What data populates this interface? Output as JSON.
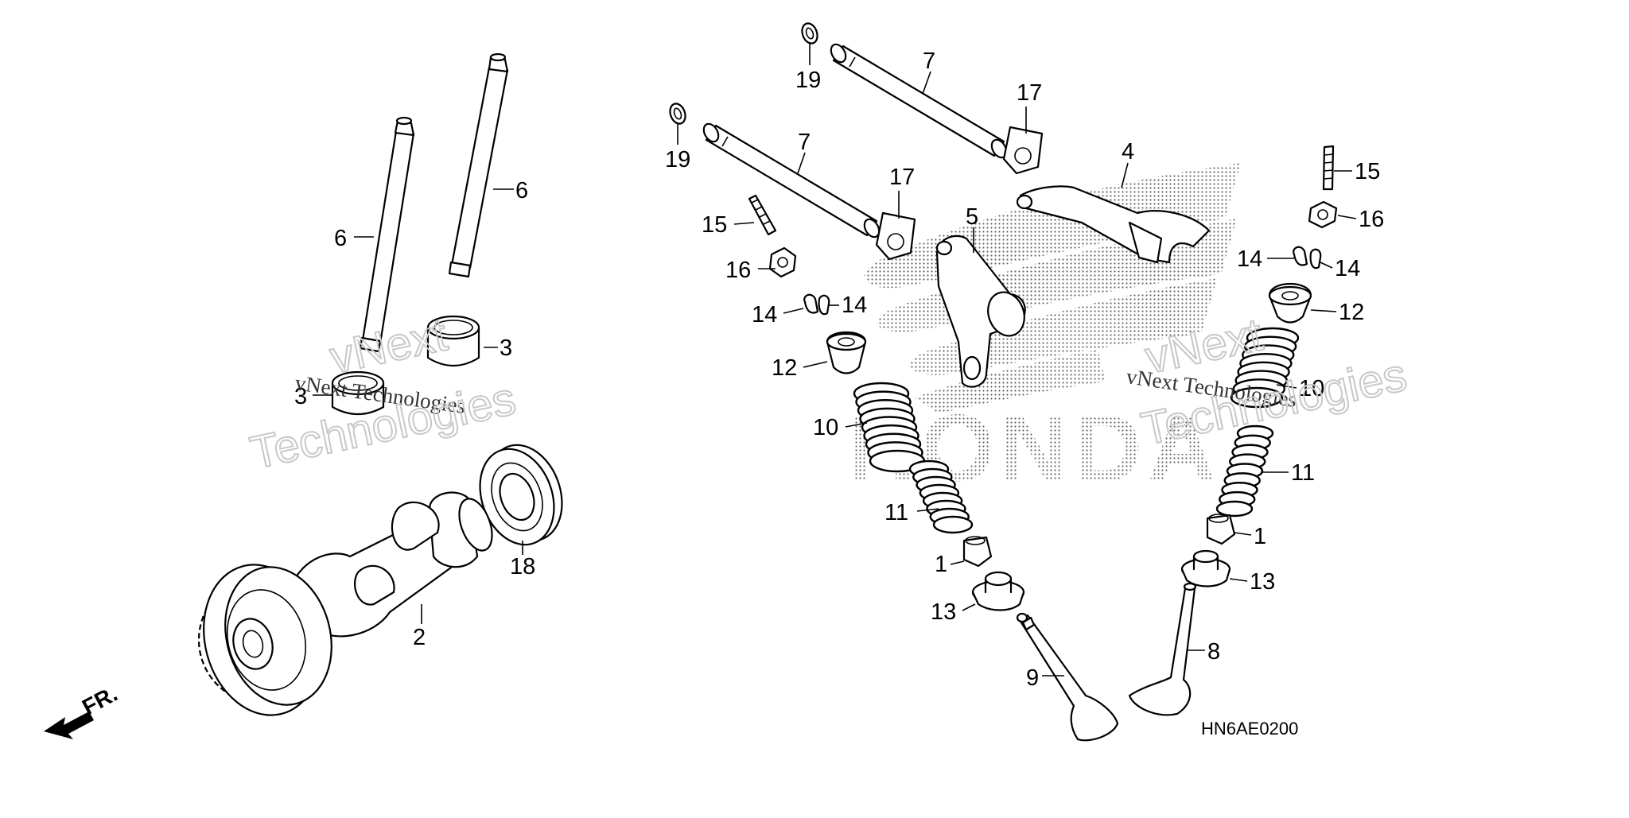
{
  "diagram": {
    "code": "HN6AE0200",
    "front_marker": "FR.",
    "brand_emblem_text": "HONDA",
    "watermark": {
      "line1": "vNext Technologies",
      "line2": "Technologies",
      "line3": "vNext"
    },
    "callouts": [
      {
        "id": "c6a",
        "number": "6"
      },
      {
        "id": "c6b",
        "number": "6"
      },
      {
        "id": "c3a",
        "number": "3"
      },
      {
        "id": "c3b",
        "number": "3"
      },
      {
        "id": "c18",
        "number": "18"
      },
      {
        "id": "c2",
        "number": "2"
      },
      {
        "id": "c19a",
        "number": "19"
      },
      {
        "id": "c19b",
        "number": "19"
      },
      {
        "id": "c7a",
        "number": "7"
      },
      {
        "id": "c7b",
        "number": "7"
      },
      {
        "id": "c17a",
        "number": "17"
      },
      {
        "id": "c17b",
        "number": "17"
      },
      {
        "id": "c4",
        "number": "4"
      },
      {
        "id": "c5",
        "number": "5"
      },
      {
        "id": "c15a",
        "number": "15"
      },
      {
        "id": "c16a",
        "number": "16"
      },
      {
        "id": "c14a",
        "number": "14"
      },
      {
        "id": "c14b",
        "number": "14"
      },
      {
        "id": "c12a",
        "number": "12"
      },
      {
        "id": "c10a",
        "number": "10"
      },
      {
        "id": "c11a",
        "number": "11"
      },
      {
        "id": "c1a",
        "number": "1"
      },
      {
        "id": "c13a",
        "number": "13"
      },
      {
        "id": "c9",
        "number": "9"
      },
      {
        "id": "c15b",
        "number": "15"
      },
      {
        "id": "c16b",
        "number": "16"
      },
      {
        "id": "c14c",
        "number": "14"
      },
      {
        "id": "c14d",
        "number": "14"
      },
      {
        "id": "c12b",
        "number": "12"
      },
      {
        "id": "c10b",
        "number": "10"
      },
      {
        "id": "c11b",
        "number": "11"
      },
      {
        "id": "c1b",
        "number": "1"
      },
      {
        "id": "c13b",
        "number": "13"
      },
      {
        "id": "c8",
        "number": "8"
      }
    ]
  }
}
